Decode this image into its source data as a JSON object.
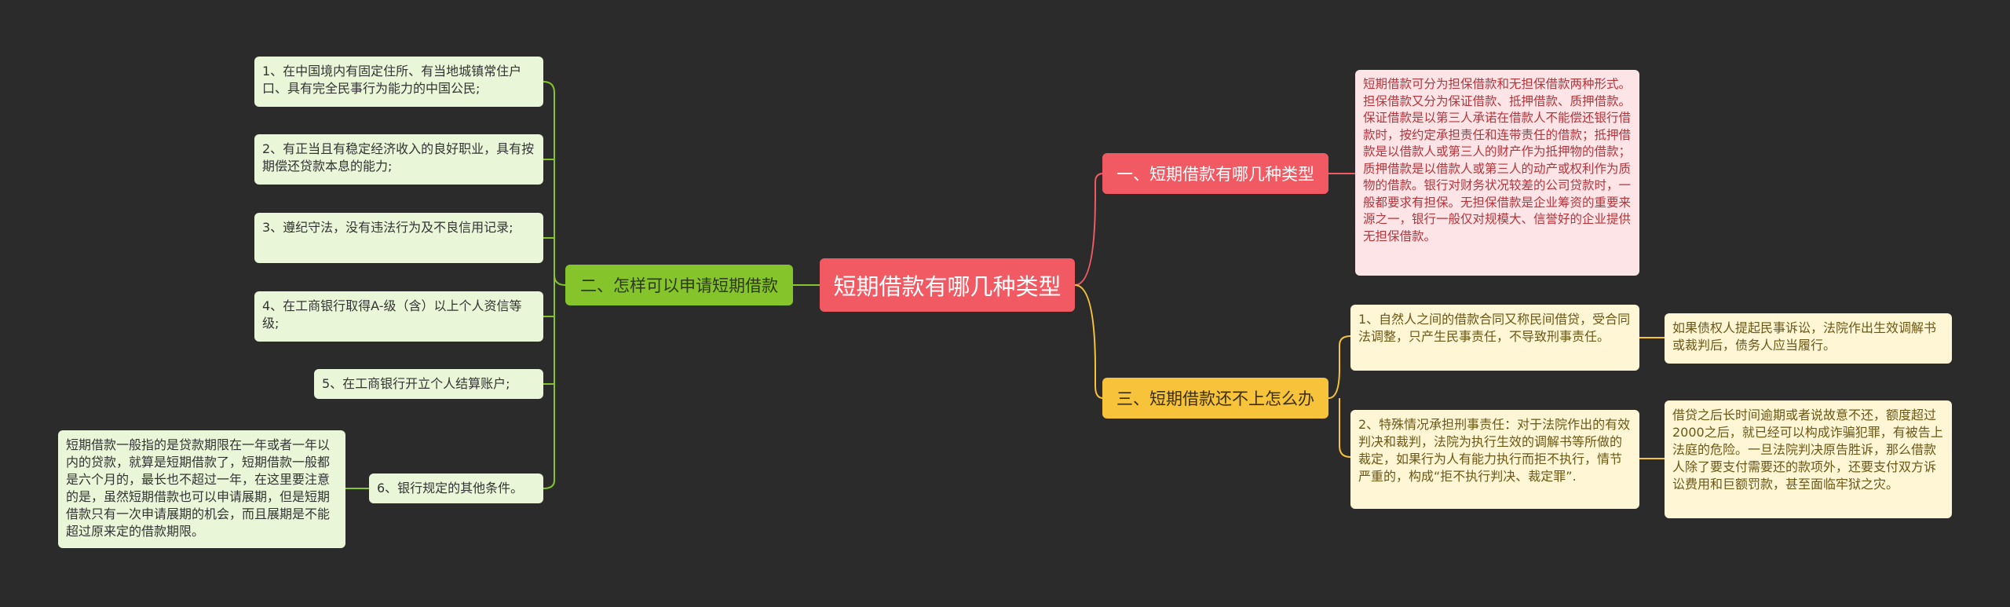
{
  "root": {
    "label": "短期借款有哪几种类型"
  },
  "branches": {
    "b1": {
      "label": "一、短期借款有哪几种类型",
      "detail": "短期借款可分为担保借款和无担保借款两种形式。担保借款又分为保证借款、抵押借款、质押借款。保证借款是以第三人承诺在借款人不能偿还银行借款时，按约定承担责任和连带责任的借款；抵押借款是以借款人或第三人的财产作为抵押物的借款；质押借款是以借款人或第三人的动产或权利作为质物的借款。银行对财务状况较差的公司贷款时，一般都要求有担保。无担保借款是企业筹资的重要来源之一，银行一般仅对规模大、信誉好的企业提供无担保借款。"
    },
    "b2": {
      "label": "二、怎样可以申请短期借款",
      "items": [
        "1、在中国境内有固定住所、有当地城镇常住户口、具有完全民事行为能力的中国公民;",
        "2、有正当且有稳定经济收入的良好职业，具有按期偿还贷款本息的能力;",
        "3、遵纪守法，没有违法行为及不良信用记录;",
        "4、在工商银行取得A-级（含）以上个人资信等级;",
        "5、在工商银行开立个人结算账户;",
        "6、银行规定的其他条件。"
      ],
      "note": "短期借款一般指的是贷款期限在一年或者一年以内的贷款，就算是短期借款了，短期借款一般都是六个月的，最长也不超过一年，在这里要注意的是，虽然短期借款也可以申请展期，但是短期借款只有一次申请展期的机会，而且展期是不能超过原来定的借款期限。"
    },
    "b3": {
      "label": "三、短期借款还不上怎么办",
      "items": [
        "1、自然人之间的借款合同又称民间借贷，受合同法调整，只产生民事责任，不导致刑事责任。",
        "2、特殊情况承担刑事责任：对于法院作出的有效判决和裁判，法院为执行生效的调解书等所做的裁定，如果行为人有能力执行而拒不执行，情节严重的，构成“拒不执行判决、裁定罪”."
      ],
      "notes": [
        "如果债权人提起民事诉讼，法院作出生效调解书或裁判后，债务人应当履行。",
        "借贷之后长时间逾期或者说故意不还，额度超过2000之后，就已经可以构成诈骗犯罪，有被告上法庭的危险。一旦法院判决原告胜诉，那么借款人除了要支付需要还的款项外，还要支付双方诉讼费用和巨额罚款，甚至面临牢狱之灾。"
      ]
    }
  },
  "colors": {
    "background": "#2b2b2b",
    "red": "#f15a63",
    "green": "#85c42a",
    "yellow": "#f6c33b"
  }
}
